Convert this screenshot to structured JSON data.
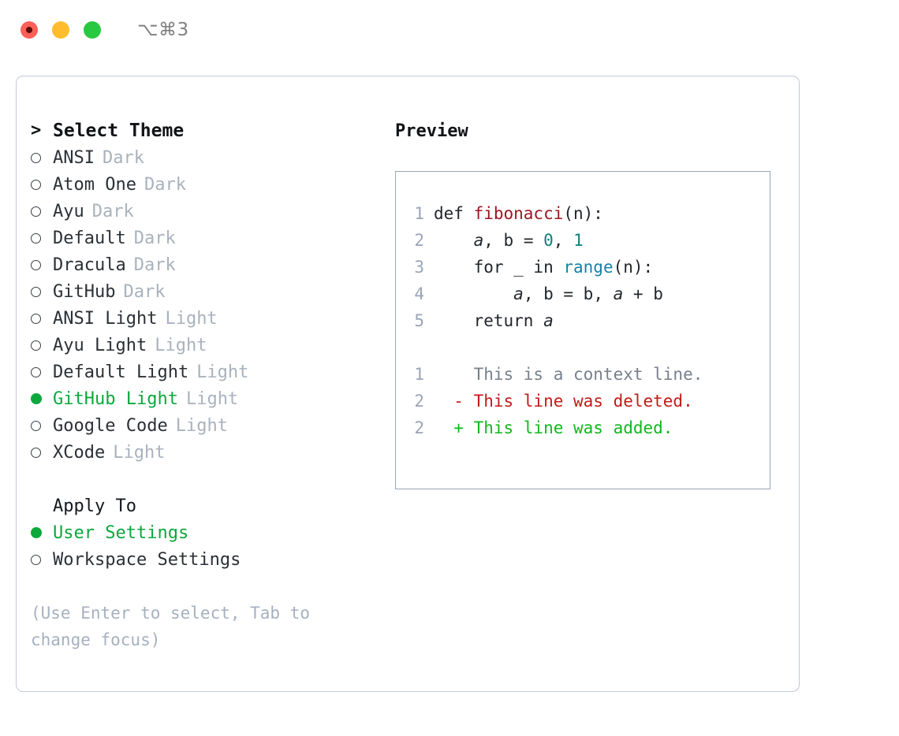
{
  "titlebar": {
    "shortcut": "⌥⌘3",
    "buttons": [
      "close",
      "minimize",
      "maximize"
    ]
  },
  "theme_list": {
    "header": "Select Theme",
    "header_prefix": ">",
    "items": [
      {
        "name": "ANSI",
        "category": "Dark",
        "selected": false
      },
      {
        "name": "Atom One",
        "category": "Dark",
        "selected": false
      },
      {
        "name": "Ayu",
        "category": "Dark",
        "selected": false
      },
      {
        "name": "Default",
        "category": "Dark",
        "selected": false
      },
      {
        "name": "Dracula",
        "category": "Dark",
        "selected": false
      },
      {
        "name": "GitHub",
        "category": "Dark",
        "selected": false
      },
      {
        "name": "ANSI Light",
        "category": "Light",
        "selected": false
      },
      {
        "name": "Ayu Light",
        "category": "Light",
        "selected": false
      },
      {
        "name": "Default Light",
        "category": "Light",
        "selected": false
      },
      {
        "name": "GitHub Light",
        "category": "Light",
        "selected": true
      },
      {
        "name": "Google Code",
        "category": "Light",
        "selected": false
      },
      {
        "name": "XCode",
        "category": "Light",
        "selected": false
      }
    ]
  },
  "apply_to": {
    "title": "Apply To",
    "options": [
      {
        "label": "User Settings",
        "selected": true
      },
      {
        "label": "Workspace Settings",
        "selected": false
      }
    ]
  },
  "hint": "(Use Enter to select, Tab to change focus)",
  "preview": {
    "title": "Preview",
    "code": [
      {
        "lineno": "1",
        "parts": [
          {
            "text": "def ",
            "style": "plain"
          },
          {
            "text": "fibonacci",
            "style": "fn"
          },
          {
            "text": "(n):",
            "style": "plain"
          }
        ]
      },
      {
        "lineno": "2",
        "parts": [
          {
            "text": "    ",
            "style": "plain"
          },
          {
            "text": "a",
            "style": "var"
          },
          {
            "text": ", ",
            "style": "plain"
          },
          {
            "text": "b",
            "style": "plain"
          },
          {
            "text": " = ",
            "style": "plain"
          },
          {
            "text": "0",
            "style": "num"
          },
          {
            "text": ", ",
            "style": "plain"
          },
          {
            "text": "1",
            "style": "num"
          }
        ]
      },
      {
        "lineno": "3",
        "parts": [
          {
            "text": "    for _ in ",
            "style": "plain"
          },
          {
            "text": "range",
            "style": "call"
          },
          {
            "text": "(n):",
            "style": "plain"
          }
        ]
      },
      {
        "lineno": "4",
        "parts": [
          {
            "text": "        ",
            "style": "plain"
          },
          {
            "text": "a",
            "style": "var"
          },
          {
            "text": ", b = b, ",
            "style": "plain"
          },
          {
            "text": "a",
            "style": "var"
          },
          {
            "text": " + b",
            "style": "plain"
          }
        ]
      },
      {
        "lineno": "5",
        "parts": [
          {
            "text": "    return ",
            "style": "plain"
          },
          {
            "text": "a",
            "style": "var"
          }
        ]
      }
    ],
    "diff": [
      {
        "lineno": "1",
        "sign": " ",
        "text": "This is a context line.",
        "kind": "context"
      },
      {
        "lineno": "2",
        "sign": "-",
        "text": "This line was deleted.",
        "kind": "deleted"
      },
      {
        "lineno": "2",
        "sign": "+",
        "text": "This line was added.",
        "kind": "added"
      }
    ]
  },
  "colors": {
    "selected_green": "#0ca83c",
    "added_green": "#10b81c",
    "deleted_red": "#c21b17",
    "function_red": "#9c1622",
    "call_blue": "#1483a8",
    "number_teal": "#0f7f7f",
    "muted_gray": "#a9b2bd",
    "border": "#c3cad4"
  }
}
